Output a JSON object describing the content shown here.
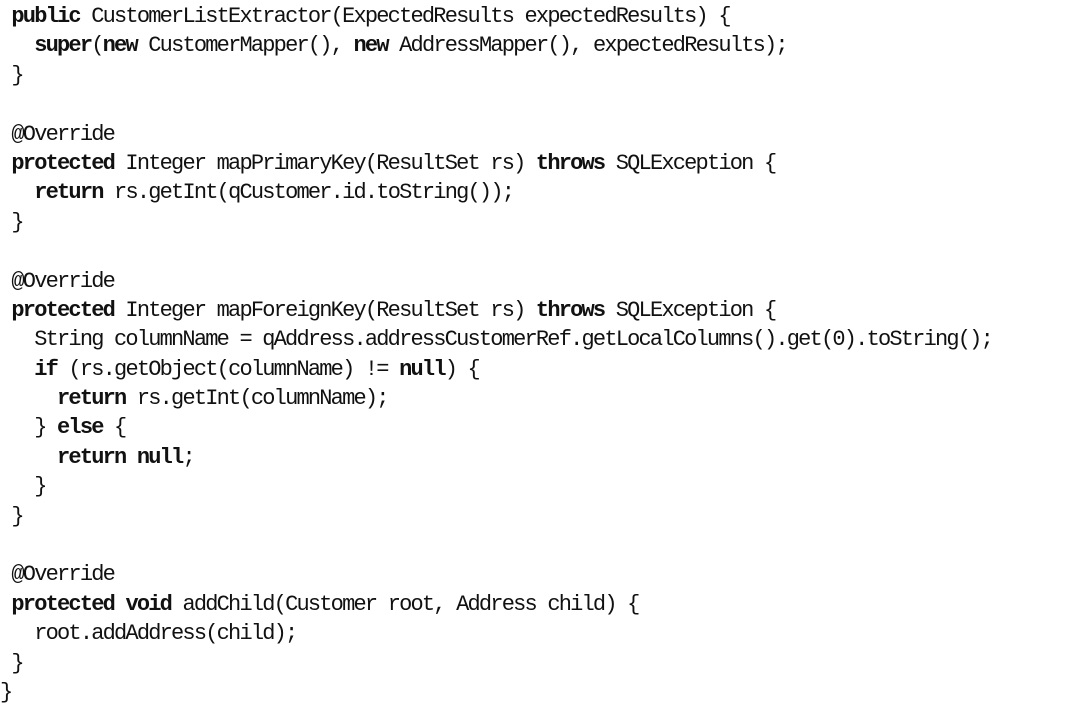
{
  "code": {
    "lines": [
      [
        {
          "t": " "
        },
        {
          "t": "public",
          "k": true
        },
        {
          "t": " CustomerListExtractor(ExpectedResults expectedResults) {"
        }
      ],
      [
        {
          "t": "   "
        },
        {
          "t": "super",
          "k": true
        },
        {
          "t": "("
        },
        {
          "t": "new",
          "k": true
        },
        {
          "t": " CustomerMapper(), "
        },
        {
          "t": "new",
          "k": true
        },
        {
          "t": " AddressMapper(), expectedResults);"
        }
      ],
      [
        {
          "t": " }"
        }
      ],
      [
        {
          "t": ""
        }
      ],
      [
        {
          "t": " @Override"
        }
      ],
      [
        {
          "t": " "
        },
        {
          "t": "protected",
          "k": true
        },
        {
          "t": " Integer mapPrimaryKey(ResultSet rs) "
        },
        {
          "t": "throws",
          "k": true
        },
        {
          "t": " SQLException {"
        }
      ],
      [
        {
          "t": "   "
        },
        {
          "t": "return",
          "k": true
        },
        {
          "t": " rs.getInt(qCustomer.id.toString());"
        }
      ],
      [
        {
          "t": " }"
        }
      ],
      [
        {
          "t": ""
        }
      ],
      [
        {
          "t": " @Override"
        }
      ],
      [
        {
          "t": " "
        },
        {
          "t": "protected",
          "k": true
        },
        {
          "t": " Integer mapForeignKey(ResultSet rs) "
        },
        {
          "t": "throws",
          "k": true
        },
        {
          "t": " SQLException {"
        }
      ],
      [
        {
          "t": "   String columnName = qAddress.addressCustomerRef.getLocalColumns().get(0).toString();"
        }
      ],
      [
        {
          "t": "   "
        },
        {
          "t": "if",
          "k": true
        },
        {
          "t": " (rs.getObject(columnName) != "
        },
        {
          "t": "null",
          "k": true
        },
        {
          "t": ") {"
        }
      ],
      [
        {
          "t": "     "
        },
        {
          "t": "return",
          "k": true
        },
        {
          "t": " rs.getInt(columnName);"
        }
      ],
      [
        {
          "t": "   } "
        },
        {
          "t": "else",
          "k": true
        },
        {
          "t": " {"
        }
      ],
      [
        {
          "t": "     "
        },
        {
          "t": "return",
          "k": true
        },
        {
          "t": " "
        },
        {
          "t": "null",
          "k": true
        },
        {
          "t": ";"
        }
      ],
      [
        {
          "t": "   }"
        }
      ],
      [
        {
          "t": " }"
        }
      ],
      [
        {
          "t": ""
        }
      ],
      [
        {
          "t": " @Override"
        }
      ],
      [
        {
          "t": " "
        },
        {
          "t": "protected",
          "k": true
        },
        {
          "t": " "
        },
        {
          "t": "void",
          "k": true
        },
        {
          "t": " addChild(Customer root, Address child) {"
        }
      ],
      [
        {
          "t": "   root.addAddress(child);"
        }
      ],
      [
        {
          "t": " }"
        }
      ],
      [
        {
          "t": "}"
        }
      ]
    ]
  }
}
